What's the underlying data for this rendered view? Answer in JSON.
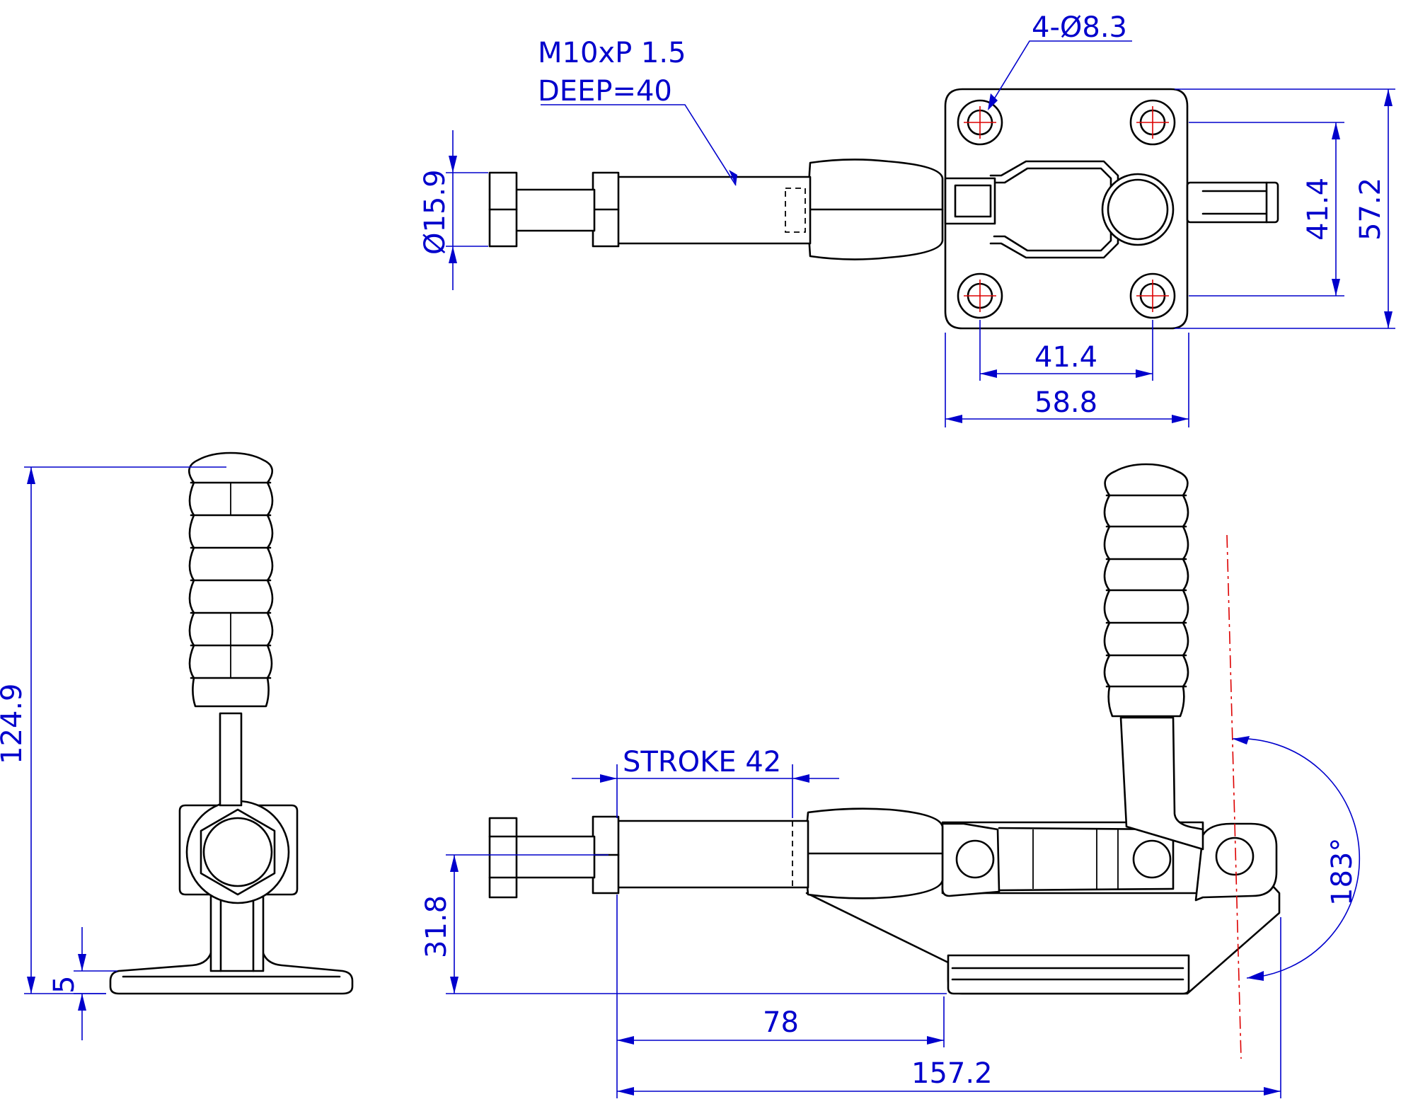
{
  "colors": {
    "object": "#000000",
    "dimension": "#0000cc",
    "centerline": "#dd0000",
    "background": "#ffffff"
  },
  "top_view": {
    "thread_note_line1": "M10xP 1.5",
    "thread_note_line2": "DEEP=40",
    "hole_note": "4-Ø8.3",
    "dia_15_9": "Ø15.9",
    "dim_41_4_vertical": "41.4",
    "dim_57_2": "57.2",
    "dim_41_4_horizontal": "41.4",
    "dim_58_8": "58.8"
  },
  "end_view": {
    "dim_124_9": "124.9",
    "dim_5": "5"
  },
  "side_view": {
    "stroke": "STROKE 42",
    "dim_31_8": "31.8",
    "dim_78": "78",
    "dim_157_2": "157.2",
    "angle": "183°"
  }
}
